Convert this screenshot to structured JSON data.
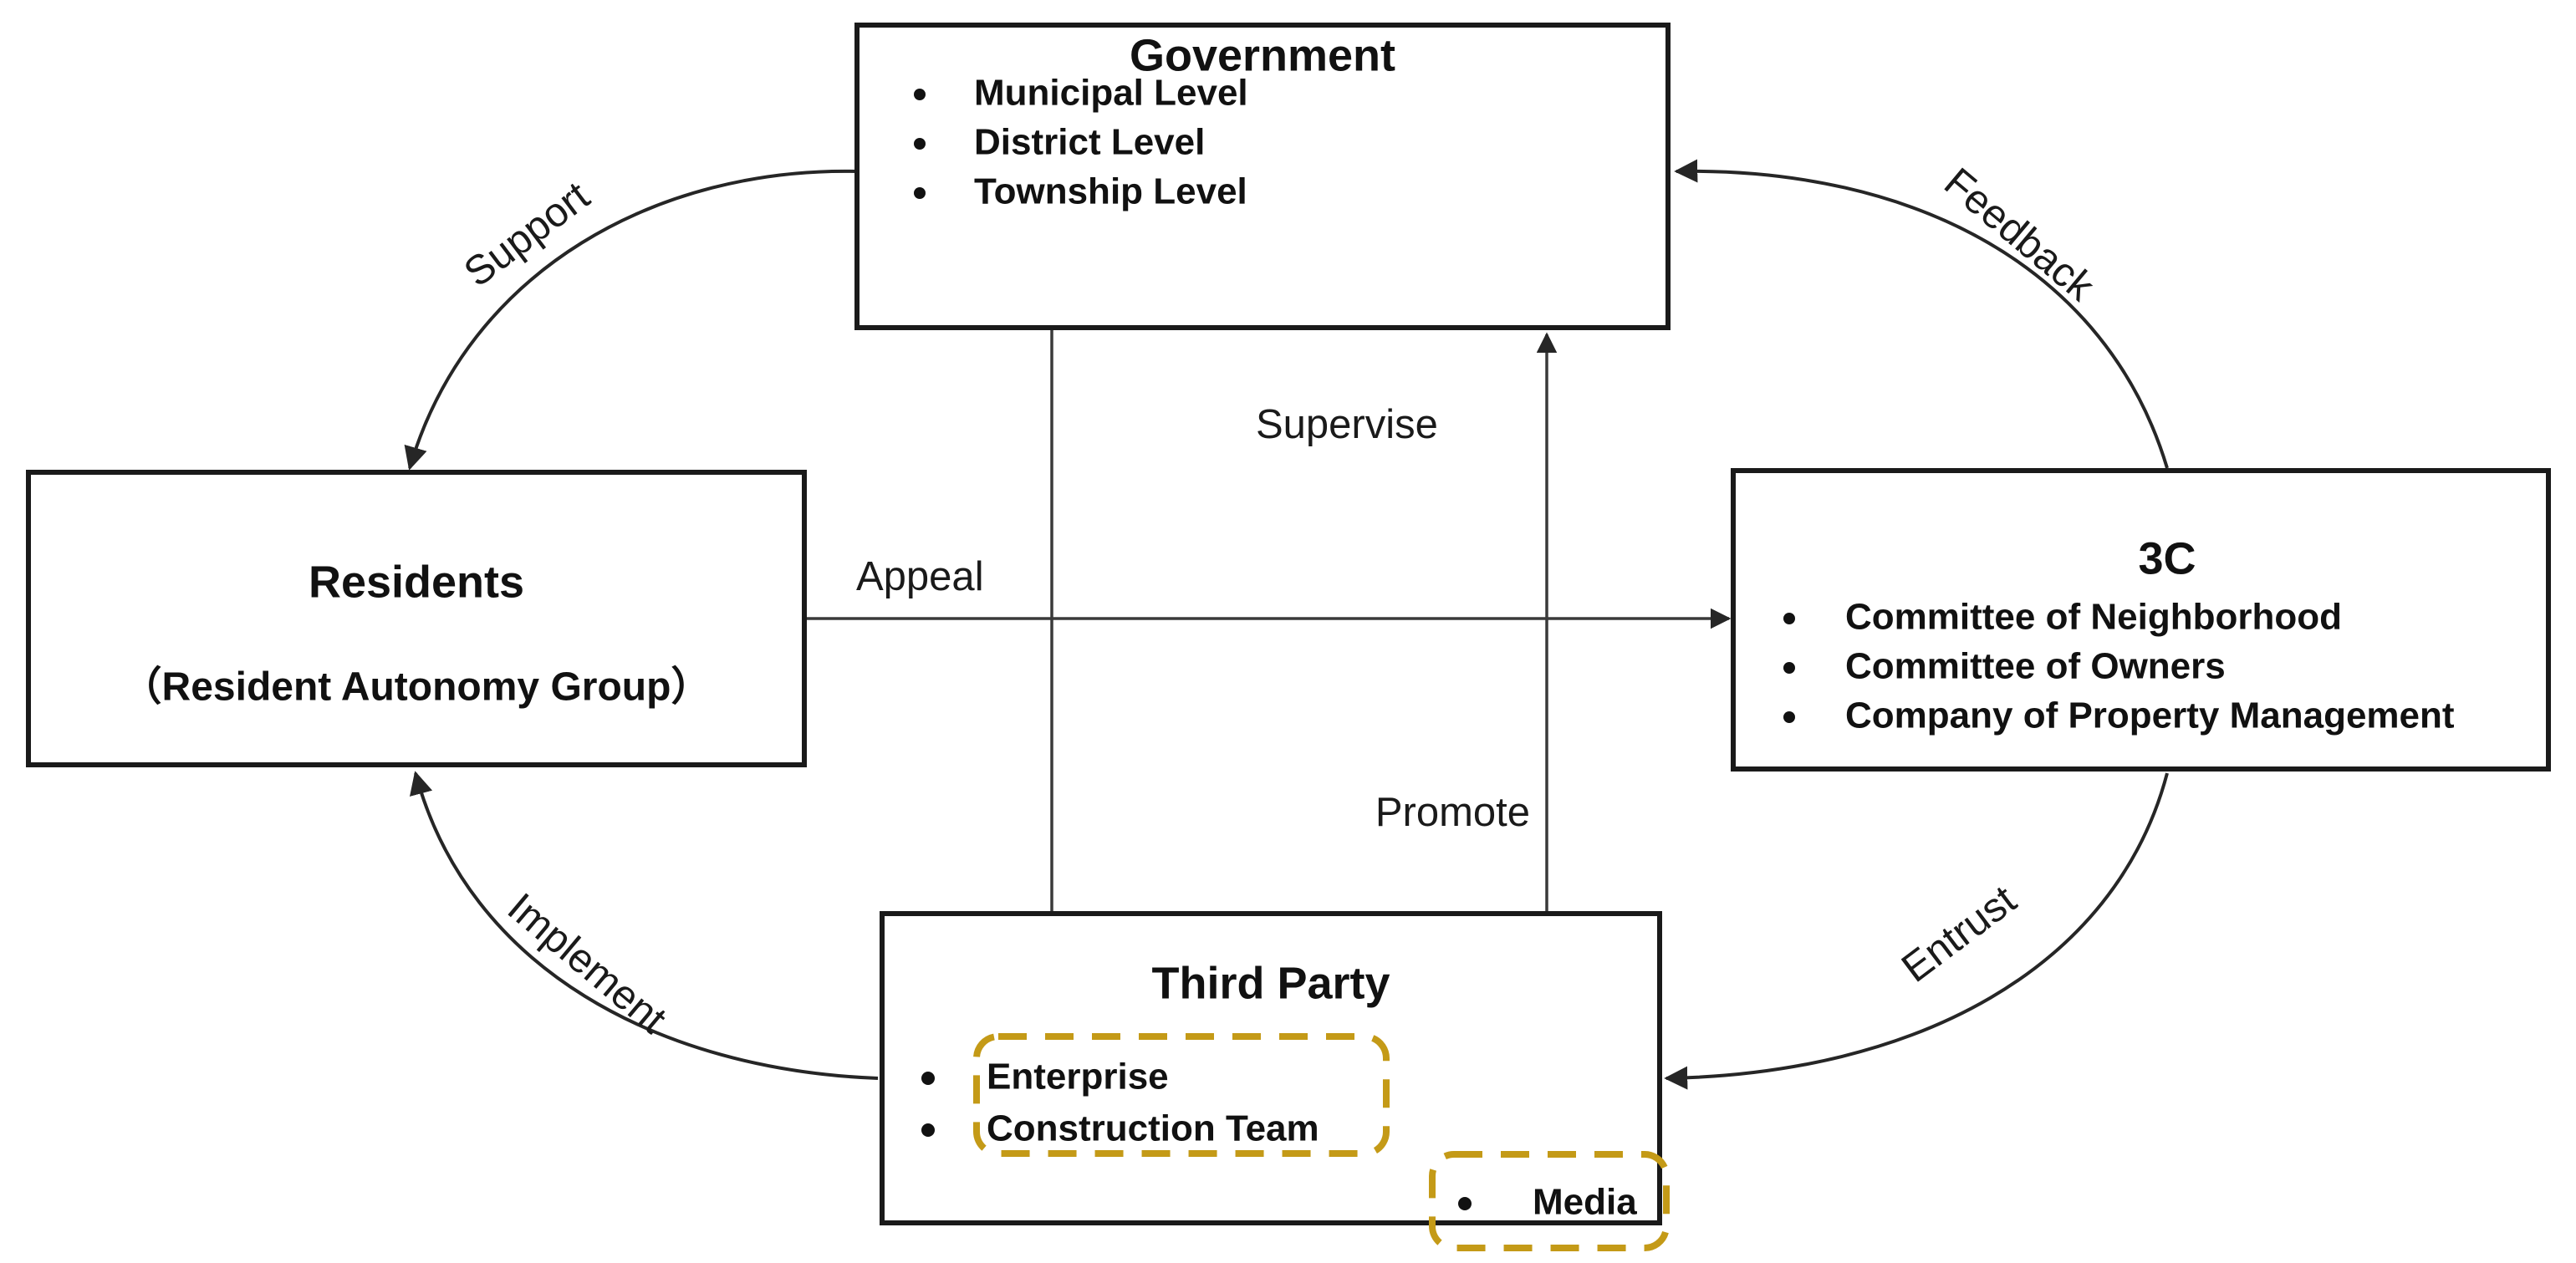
{
  "diagram": {
    "type": "governance-relationship-diagram",
    "accent_color": "#c49a17",
    "line_color": "#262626",
    "box_border_color": "#1a1a1a",
    "background": "#ffffff",
    "nodes": [
      {
        "id": "government",
        "title": "Government",
        "items": [
          "Municipal Level",
          "District Level",
          "Township Level"
        ]
      },
      {
        "id": "residents",
        "title": "Residents",
        "subtitle": "（Resident Autonomy Group）",
        "items": []
      },
      {
        "id": "three-c",
        "title": "3C",
        "items": [
          "Committee of Neighborhood",
          "Committee of Owners",
          "Company of Property Management"
        ]
      },
      {
        "id": "third-party",
        "title": "Third Party",
        "items": [
          "Enterprise",
          "Construction Team",
          "Media"
        ],
        "highlighted_items": [
          "Enterprise",
          "Construction Team",
          "Media"
        ]
      }
    ],
    "edges": [
      {
        "id": "support",
        "label": "Support",
        "from": "government",
        "to": "residents",
        "style": "curved"
      },
      {
        "id": "feedback",
        "label": "Feedback",
        "from": "three-c",
        "to": "government",
        "style": "curved"
      },
      {
        "id": "implement",
        "label": "Implement",
        "from": "third-party",
        "to": "residents",
        "style": "curved"
      },
      {
        "id": "entrust",
        "label": "Entrust",
        "from": "three-c",
        "to": "third-party",
        "style": "curved"
      },
      {
        "id": "supervise",
        "label": "Supervise",
        "from": "government",
        "to": "third-party",
        "style": "straight-vertical"
      },
      {
        "id": "appeal",
        "label": "Appeal",
        "from": "residents",
        "to": "three-c",
        "style": "straight-horizontal"
      },
      {
        "id": "promote",
        "label": "Promote",
        "from": "third-party",
        "to": "government",
        "style": "straight-vertical"
      }
    ]
  }
}
